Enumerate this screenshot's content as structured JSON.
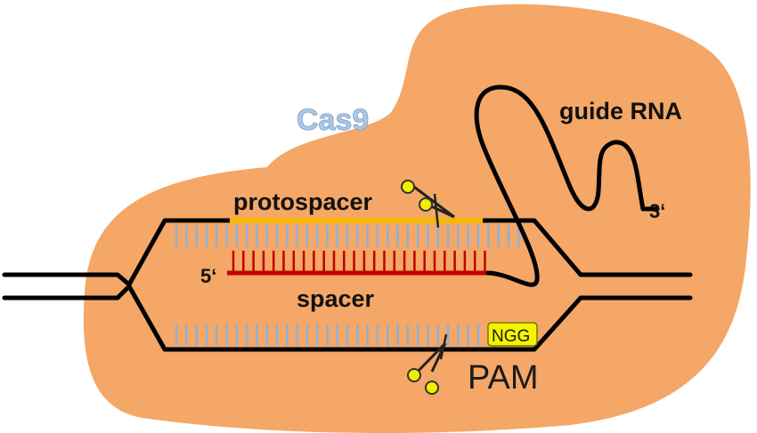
{
  "labels": {
    "cas9": "Cas9",
    "guide_rna": "guide RNA",
    "three_prime": "3‘",
    "protospacer": "protospacer",
    "five_prime": "5‘",
    "spacer": "spacer",
    "ngg": "NGG",
    "pam": "PAM"
  },
  "colors": {
    "cas9_body": "#f4a766",
    "dna_strand": "#000000",
    "base_ticks": "#8fb0d6",
    "protospacer": "#f5b800",
    "spacer": "#c00000",
    "ngg_box": "#f4f400",
    "scissors_handle": "#f2ef00"
  },
  "icons": [
    "scissors-icon",
    "scissors-icon"
  ]
}
